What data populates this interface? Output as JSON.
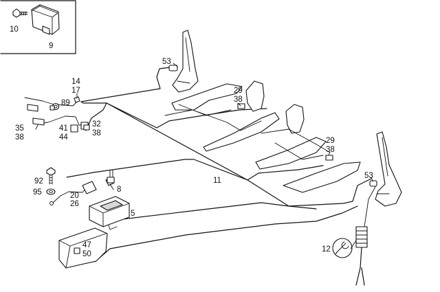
{
  "callouts": {
    "c10": "10",
    "c9": "9",
    "c53a": "53",
    "c14": "14",
    "c17": "17",
    "c89": "89",
    "c35": "35",
    "c38a": "38",
    "c41": "41",
    "c44": "44",
    "c32": "32",
    "c38b": "38",
    "c29a": "29",
    "c38c": "38",
    "c29b": "29",
    "c38d": "38",
    "c11": "11",
    "c92": "92",
    "c95": "95",
    "c8": "8",
    "c20": "20",
    "c26": "26",
    "c5": "5",
    "c53b": "53",
    "c47": "47",
    "c50": "50",
    "c12": "12"
  }
}
